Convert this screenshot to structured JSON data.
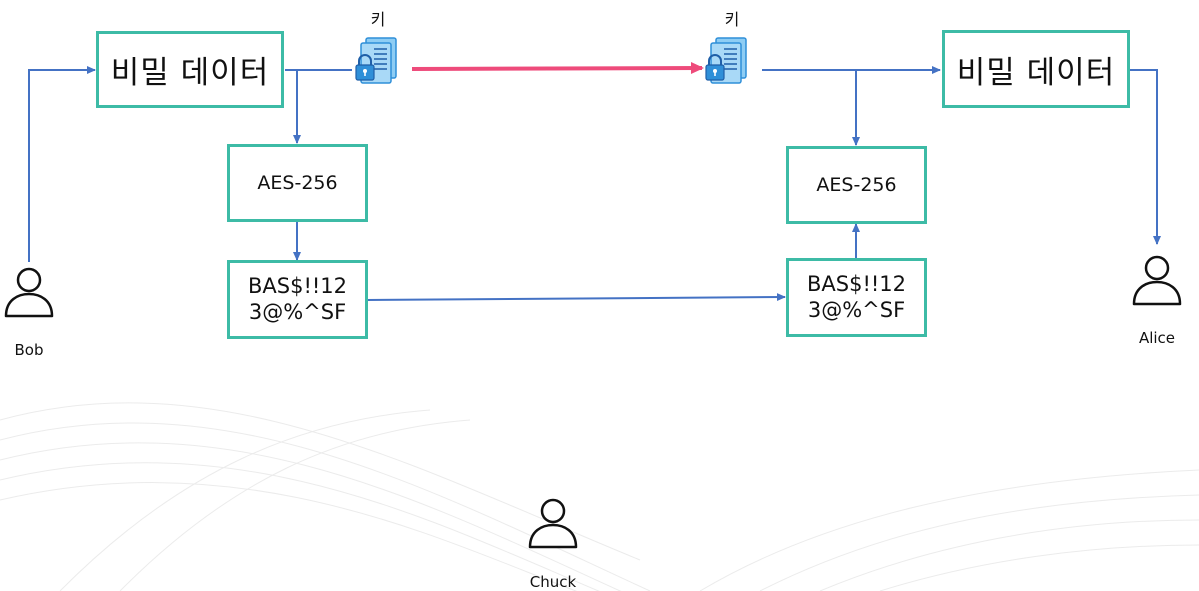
{
  "left": {
    "secret_data": "비밀 데이터",
    "algorithm": "AES-256",
    "ciphertext": "BAS$!!12\n3@%^SF",
    "key_label": "키",
    "person": "Bob"
  },
  "right": {
    "secret_data": "비밀 데이터",
    "algorithm": "AES-256",
    "ciphertext": "BAS$!!12\n3@%^SF",
    "key_label": "키",
    "person": "Alice"
  },
  "eavesdropper": {
    "person": "Chuck"
  },
  "colors": {
    "box_border": "#3dbba6",
    "arrow": "#4472c4",
    "key_transfer": "#ee4b7b",
    "key_icon": "#2f8fd8",
    "key_icon_light": "#8ecdf4"
  },
  "icons": {
    "key": "encrypted-document-lock-icon",
    "person": "person-outline-icon"
  }
}
